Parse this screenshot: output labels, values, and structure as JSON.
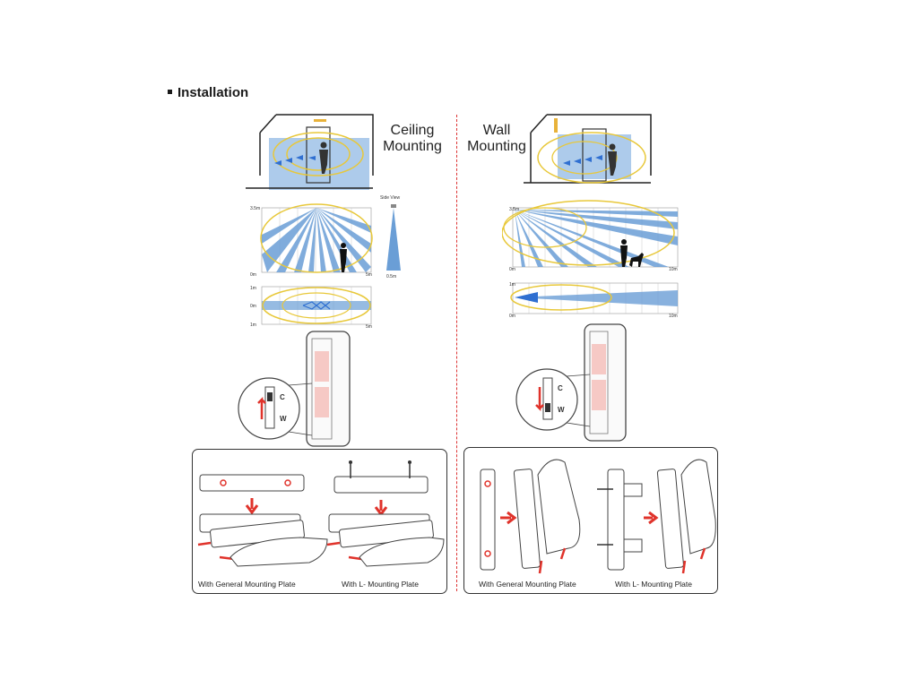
{
  "section": {
    "title": "Installation"
  },
  "ceiling": {
    "title_line1": "Ceiling",
    "title_line2": "Mounting",
    "side_view_label": "Side View",
    "axis": {
      "top": "3.5m",
      "zero": "0m",
      "right": "5m",
      "side_width": "0.5m"
    },
    "top_axis": {
      "top": "1m",
      "mid": "0m",
      "bottom": "1m",
      "right": "5m"
    },
    "switch": {
      "c": "C",
      "w": "W"
    },
    "captions": {
      "general": "With General Mounting Plate",
      "l_plate": "With L- Mounting Plate"
    }
  },
  "wall": {
    "title_line1": "Wall",
    "title_line2": "Mounting",
    "axis": {
      "top": "3.5m",
      "zero": "0m",
      "right": "10m"
    },
    "top_axis": {
      "top": "1m",
      "bottom": "0m",
      "right": "10m"
    },
    "switch": {
      "c": "C",
      "w": "W"
    },
    "captions": {
      "general": "With General Mounting Plate",
      "l_plate": "With L- Mounting Plate"
    }
  },
  "colors": {
    "detection_blue": "#6a9ed6",
    "zone_yellow": "#e8c83a",
    "arrow_red": "#e0332b",
    "divider_red": "#d33"
  }
}
